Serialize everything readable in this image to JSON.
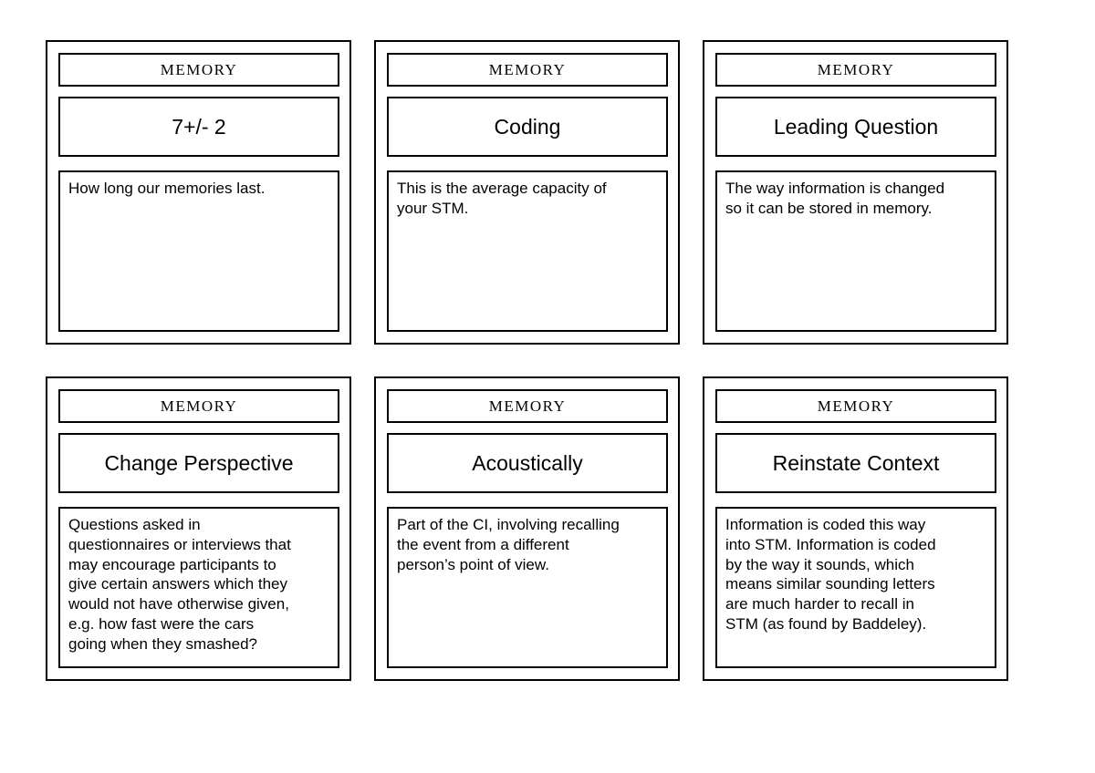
{
  "deck_label": "MEMORY",
  "cards": [
    {
      "header_label": "MEMORY",
      "title": "7+/- 2",
      "description": "How long our memories last."
    },
    {
      "header_label": "MEMORY",
      "title": "Coding",
      "description": "This is the average capacity of\nyour STM."
    },
    {
      "header_label": "MEMORY",
      "title": "Leading Question",
      "description": "The way information is changed\nso it can be stored in memory."
    },
    {
      "header_label": "MEMORY",
      "title": "Change Perspective",
      "description": "Questions asked in\nquestionnaires or interviews that\nmay encourage participants to\ngive certain answers which they\nwould not have otherwise given,\ne.g. how fast were the cars\ngoing when they smashed?"
    },
    {
      "header_label": "MEMORY",
      "title": "Acoustically",
      "description": "Part of the CI, involving recalling\nthe event from a different\nperson’s point of view."
    },
    {
      "header_label": "MEMORY",
      "title": "Reinstate Context",
      "description": "Information is coded this way\ninto STM. Information is coded\nby the way it sounds, which\nmeans similar sounding letters\nare much harder to recall in\nSTM (as found by Baddeley)."
    }
  ],
  "colors": {
    "border": "#000000",
    "background": "#ffffff",
    "text": "#000000"
  }
}
